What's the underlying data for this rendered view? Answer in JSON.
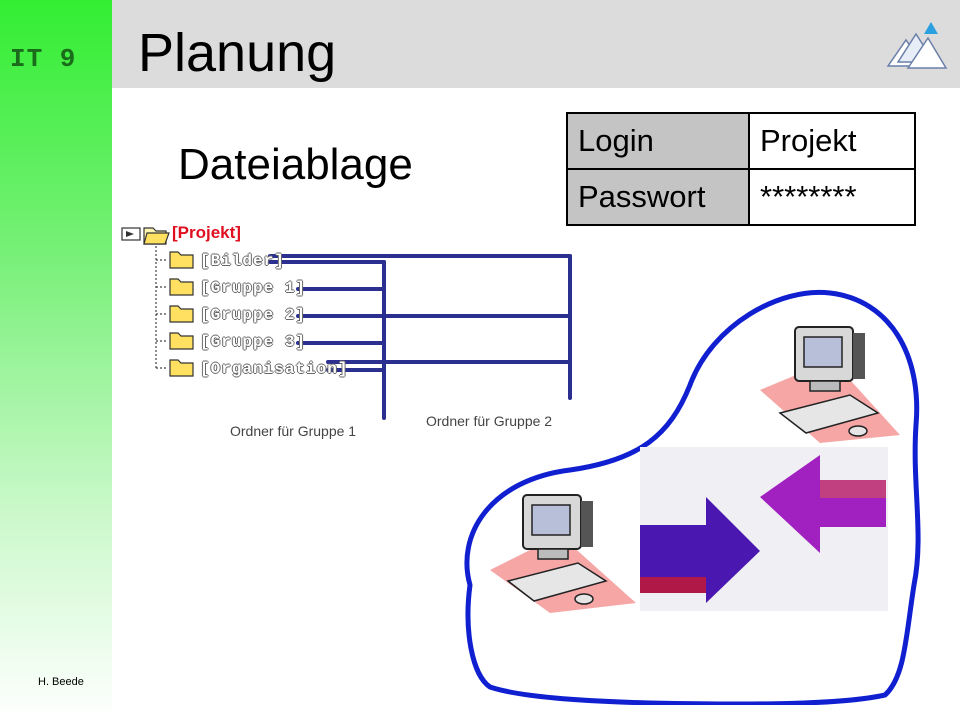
{
  "header": {
    "course": "IT 9",
    "title": "Planung"
  },
  "subtitle": "Dateiablage",
  "login_table": {
    "rows": [
      {
        "label": "Login",
        "value": "Projekt"
      },
      {
        "label": "Passwort",
        "value": "********"
      }
    ]
  },
  "tree": {
    "root": "[Projekt]",
    "folders": [
      "[Bilder]",
      "[Gruppe 1]",
      "[Gruppe 2]",
      "[Gruppe 3]",
      "[Organisation]"
    ],
    "captions": [
      "Ordner für Gruppe 1",
      "Ordner für Gruppe 2"
    ]
  },
  "footer": {
    "author": "H. Beede"
  },
  "colors": {
    "sidebar_green": "#33ee33",
    "header_gray": "#dcdcdc",
    "line_navy": "#2b2f90",
    "network_blue": "#1020d0",
    "arrow_purple": "#a020c0",
    "arrow_indigo": "#4a18b0"
  }
}
